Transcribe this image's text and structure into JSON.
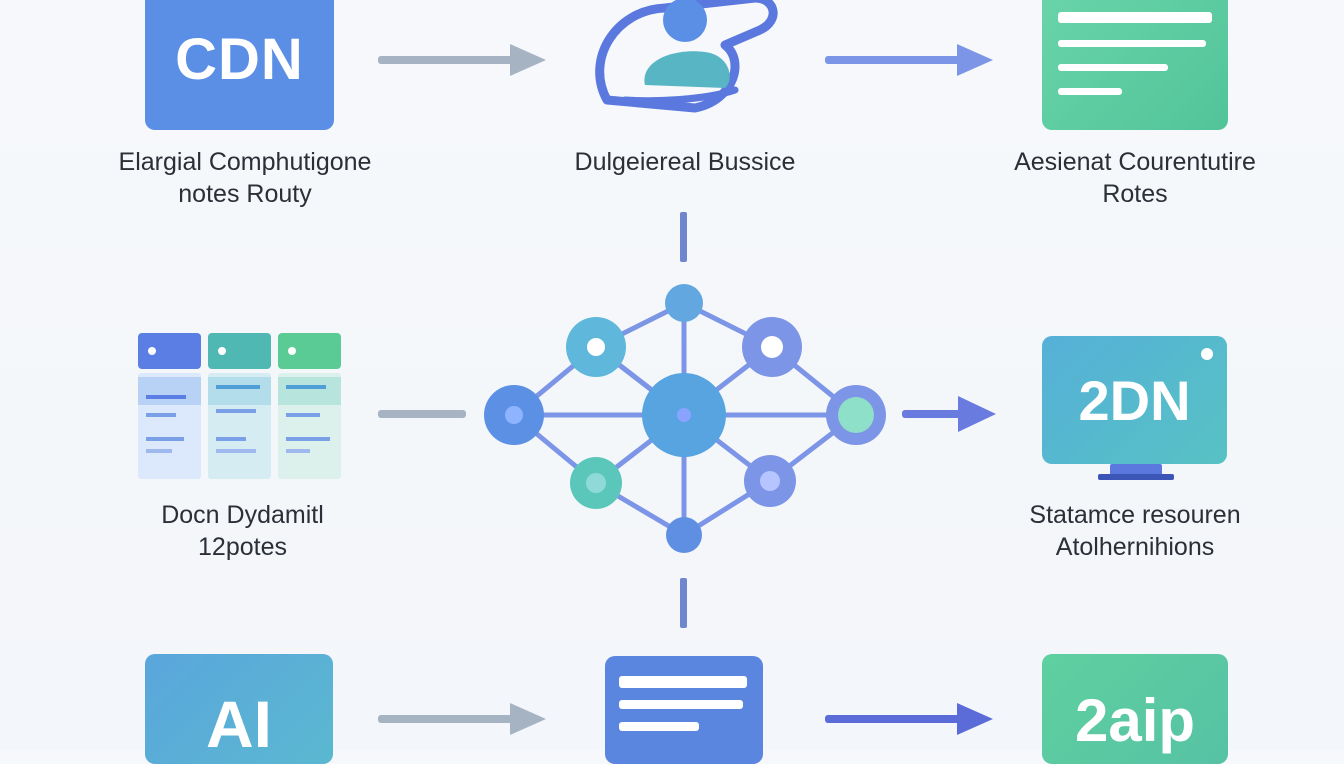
{
  "colors": {
    "blue": "#5b8fe6",
    "blue_dark": "#5a78de",
    "green": "#5fd0a0",
    "teal": "#53a9d8",
    "arrow_gray": "#a6b3c3",
    "arrow_purple": "#6a7be0"
  },
  "nodes": {
    "cdn": {
      "icon_text": "CDN",
      "caption_line1": "Elargial Comphutigone",
      "caption_line2": "notes Routy"
    },
    "business": {
      "caption_line1": "Dulgeiereal Bussice",
      "caption_line2": ""
    },
    "content_routes": {
      "caption_line1": "Aesienat Courentutire",
      "caption_line2": "Rotes"
    },
    "dynamic_routes": {
      "caption_line1": "Docn Dydamitl",
      "caption_line2": "12potes"
    },
    "static_resources": {
      "icon_text": "2DN",
      "caption_line1": "Statamce resouren",
      "caption_line2": "Atolhernihions"
    },
    "ai": {
      "icon_text": "AI"
    },
    "doc_bottom": {},
    "api": {
      "icon_text": "2aip"
    }
  },
  "icons": {
    "cdn": "cdn-tile-icon",
    "business": "user-shield-icon",
    "content": "document-icon",
    "dashboard": "dashboard-table-icon",
    "network": "network-hub-icon",
    "monitor": "monitor-icon"
  }
}
